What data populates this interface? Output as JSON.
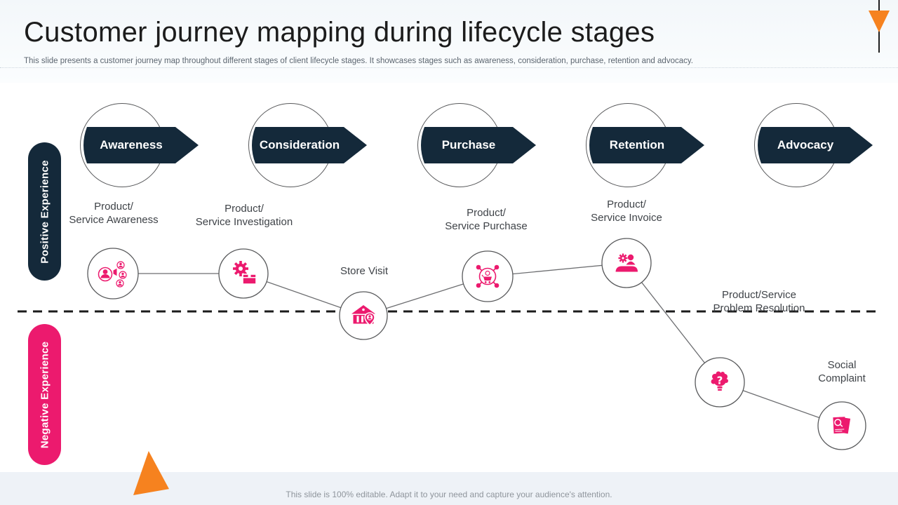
{
  "slide": {
    "title": "Customer journey mapping during lifecycle stages",
    "subtitle": "This slide presents a customer journey map throughout different stages of client lifecycle stages. It showcases stages such as awareness, consideration, purchase, retention and advocacy.",
    "footer_note": "This slide is 100% editable. Adapt it to your need and capture your audience's attention."
  },
  "stages": [
    {
      "label": "Awareness"
    },
    {
      "label": "Consideration"
    },
    {
      "label": "Purchase"
    },
    {
      "label": "Retention"
    },
    {
      "label": "Advocacy"
    }
  ],
  "experience_axis": {
    "positive_label": "Positive Experience",
    "negative_label": "Negative Experience"
  },
  "journey_points": [
    {
      "label": "Product/\nService Awareness",
      "icon": "audience-megaphone-icon",
      "experience": "positive"
    },
    {
      "label": "Product/\nService Investigation",
      "icon": "gear-box-icon",
      "experience": "positive"
    },
    {
      "label": "Store Visit",
      "icon": "store-location-icon",
      "experience": "neutral"
    },
    {
      "label": "Product/\nService Purchase",
      "icon": "cart-network-icon",
      "experience": "positive"
    },
    {
      "label": "Product/\nService Invoice",
      "icon": "hand-service-icon",
      "experience": "positive"
    },
    {
      "label": "Product/Service\nProblem Resolution",
      "icon": "idea-question-icon",
      "experience": "negative"
    },
    {
      "label": "Social\nComplaint",
      "icon": "complaint-document-icon",
      "experience": "negative"
    }
  ],
  "colors": {
    "navy": "#14293a",
    "pink": "#ec1a6e",
    "orange": "#f6821f",
    "circle_stroke": "#58595b",
    "connector": "#6d6e71",
    "dashed_baseline": "#1b1b1b",
    "header_strip": "#f3f7fa",
    "footer_strip": "#eef2f7"
  }
}
